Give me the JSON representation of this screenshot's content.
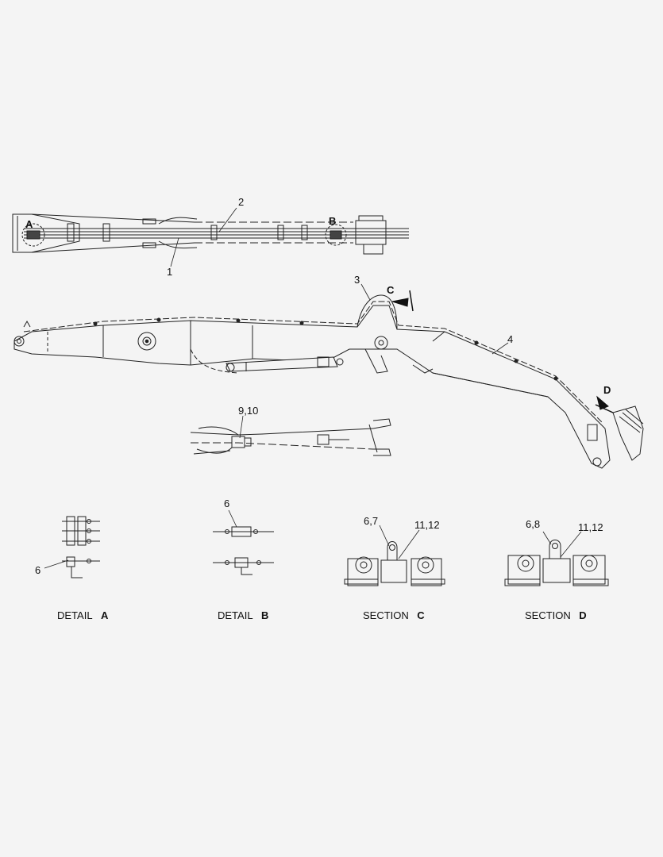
{
  "callouts": {
    "c1": "1",
    "c2": "2",
    "c3": "3",
    "c4": "4",
    "c6a": "6",
    "c6b": "6",
    "c9_10": "9,10",
    "c6_7": "6,7",
    "c11_12_c": "11,12",
    "c6_8": "6,8",
    "c11_12_d": "11,12"
  },
  "markers": {
    "A": "A",
    "B": "B",
    "C": "C",
    "D": "D"
  },
  "captions": {
    "detail_a": {
      "label": "DETAIL",
      "letter": "A"
    },
    "detail_b": {
      "label": "DETAIL",
      "letter": "B"
    },
    "section_c": {
      "label": "SECTION",
      "letter": "C"
    },
    "section_d": {
      "label": "SECTION",
      "letter": "D"
    }
  }
}
